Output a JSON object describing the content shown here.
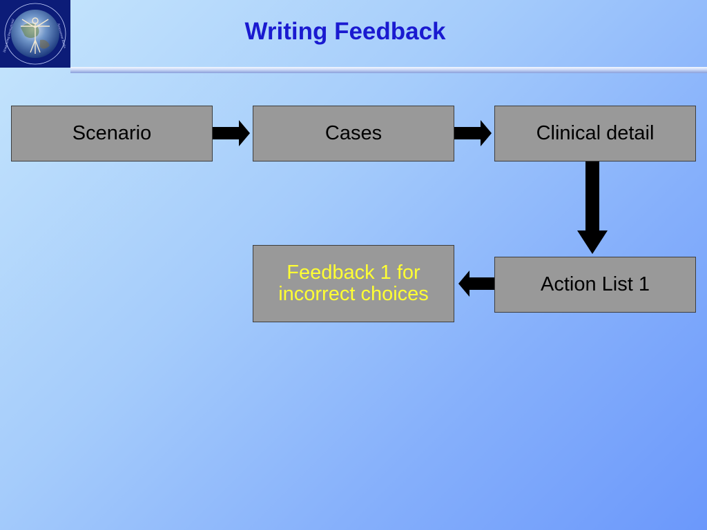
{
  "slide": {
    "title": "Writing Feedback",
    "logo_text": "Hong Kong International Consortium for Sharing Medical Student Assessment Banks"
  },
  "flow": {
    "nodes": [
      {
        "id": "scenario",
        "label": "Scenario"
      },
      {
        "id": "cases",
        "label": "Cases"
      },
      {
        "id": "clinical",
        "label": "Clinical detail"
      },
      {
        "id": "action1",
        "label": "Action List 1"
      },
      {
        "id": "feedback1",
        "lines": [
          "Feedback 1 for",
          "incorrect choices"
        ]
      }
    ],
    "edges": [
      {
        "from": "scenario",
        "to": "cases"
      },
      {
        "from": "cases",
        "to": "clinical"
      },
      {
        "from": "clinical",
        "to": "action1"
      },
      {
        "from": "action1",
        "to": "feedback1"
      }
    ]
  },
  "colors": {
    "title": "#1a1ad0",
    "box_fill": "#999999",
    "box_border": "#3c3c3c",
    "feedback_text": "#ffff33",
    "arrow": "#000000"
  }
}
